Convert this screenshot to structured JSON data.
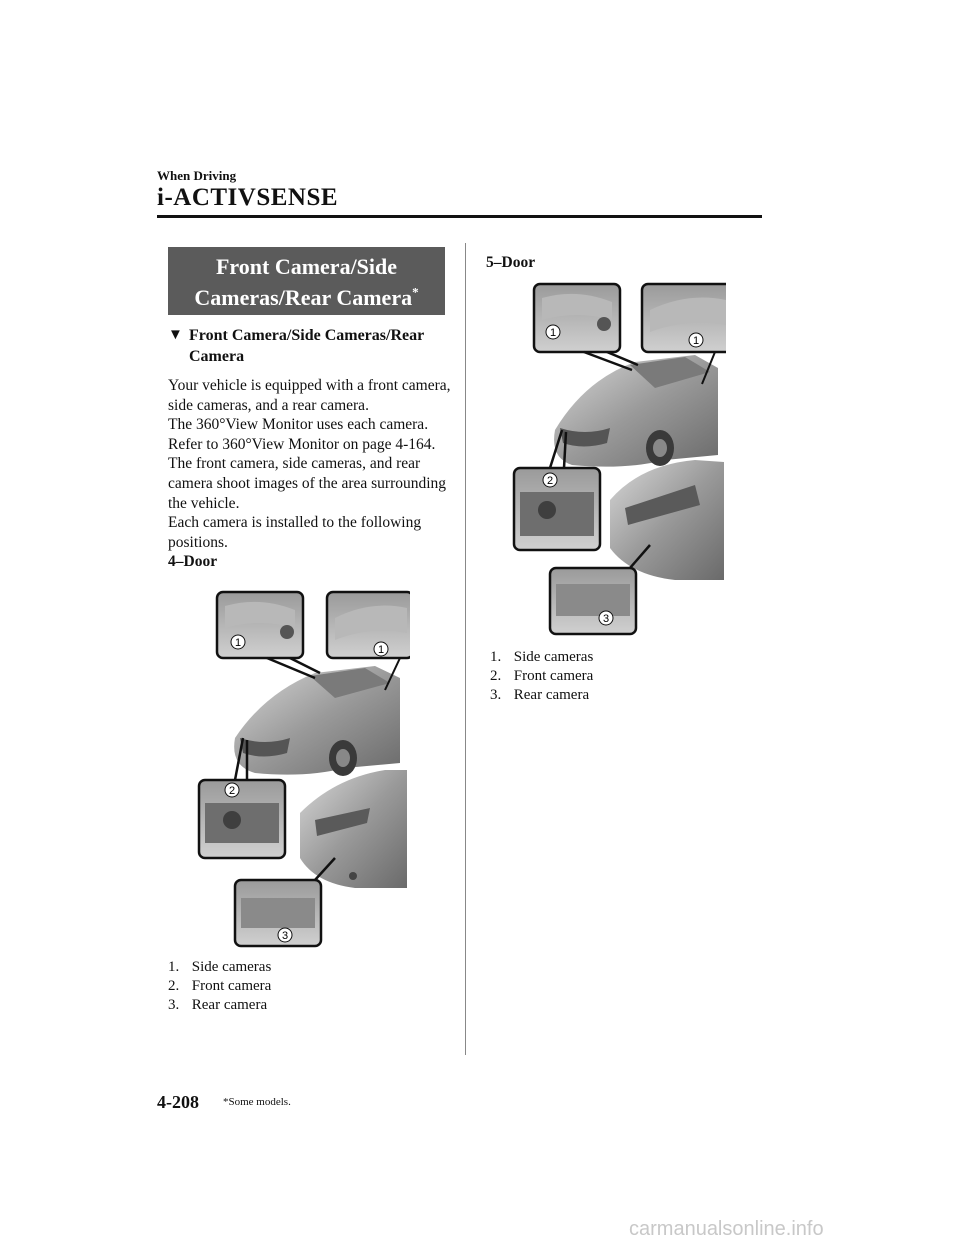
{
  "header": {
    "section_small": "When Driving",
    "section_big": "i-ACTIVSENSE"
  },
  "title": {
    "line1": "Front Camera/Side",
    "line2": "Cameras/Rear Camera",
    "asterisk": "*"
  },
  "subheading": {
    "marker": "▼",
    "text": "Front Camera/Side Cameras/Rear Camera"
  },
  "body": {
    "paragraphs": [
      "Your vehicle is equipped with a front camera, side cameras, and a rear camera.",
      "The 360°View Monitor uses each camera.",
      "Refer to 360°View Monitor on page 4-164.",
      "The front camera, side cameras, and rear camera shoot images of the area surrounding the vehicle.",
      "Each camera is installed to the following positions."
    ]
  },
  "figures": {
    "door4": {
      "label": "4–Door",
      "callouts": [
        "1",
        "1",
        "2",
        "3"
      ],
      "legend": [
        {
          "num": "1.",
          "text": "Side cameras"
        },
        {
          "num": "2.",
          "text": "Front camera"
        },
        {
          "num": "3.",
          "text": "Rear camera"
        }
      ]
    },
    "door5": {
      "label": "5–Door",
      "callouts": [
        "1",
        "1",
        "2",
        "3"
      ],
      "legend": [
        {
          "num": "1.",
          "text": "Side cameras"
        },
        {
          "num": "2.",
          "text": "Front camera"
        },
        {
          "num": "3.",
          "text": "Rear camera"
        }
      ]
    }
  },
  "footer": {
    "page_number": "4-208",
    "footnote": "*Some models."
  },
  "watermark": "carmanualsonline.info"
}
